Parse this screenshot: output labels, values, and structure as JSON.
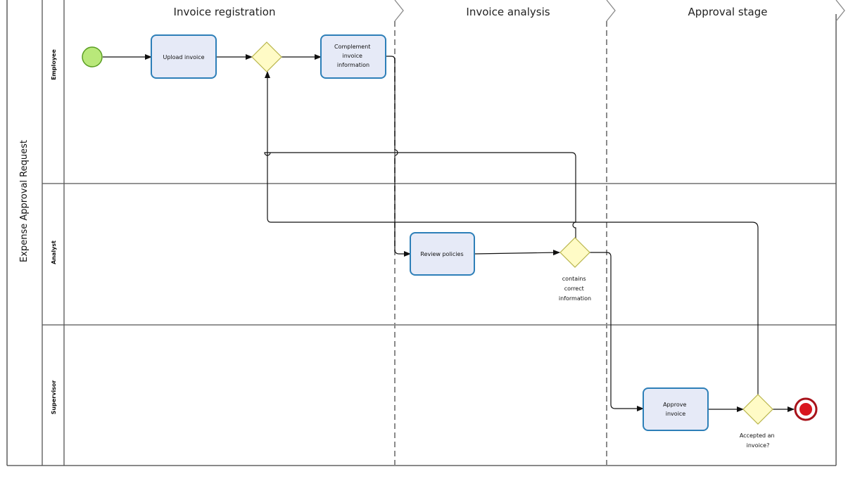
{
  "pool": {
    "label": "Expense Approval Request"
  },
  "phases": [
    {
      "label": "Invoice registration"
    },
    {
      "label": "Invoice analysis"
    },
    {
      "label": "Approval stage"
    }
  ],
  "lanes": [
    {
      "label": "Employee"
    },
    {
      "label": "Analyst"
    },
    {
      "label": "Supervisor"
    }
  ],
  "tasks": {
    "upload": [
      "Upload invoice"
    ],
    "complement": [
      "Complement",
      "invoice",
      "information"
    ],
    "review": [
      "Review policies"
    ],
    "approve": [
      "Approve",
      "invoice"
    ]
  },
  "gateways": {
    "merge": [],
    "correct": [
      "contains",
      "correct",
      "information"
    ],
    "accepted": [
      "Accepted an",
      "invoice?"
    ]
  },
  "colors": {
    "start_fill": "#b9e87a",
    "start_stroke": "#5a9e22",
    "end_fill": "#d9161e",
    "end_stroke": "#a8121a",
    "task_fill": "#e6eaf7",
    "task_stroke": "#2d7fb8",
    "gateway_fill": "#fffbc6",
    "gateway_stroke": "#b9b54a"
  }
}
